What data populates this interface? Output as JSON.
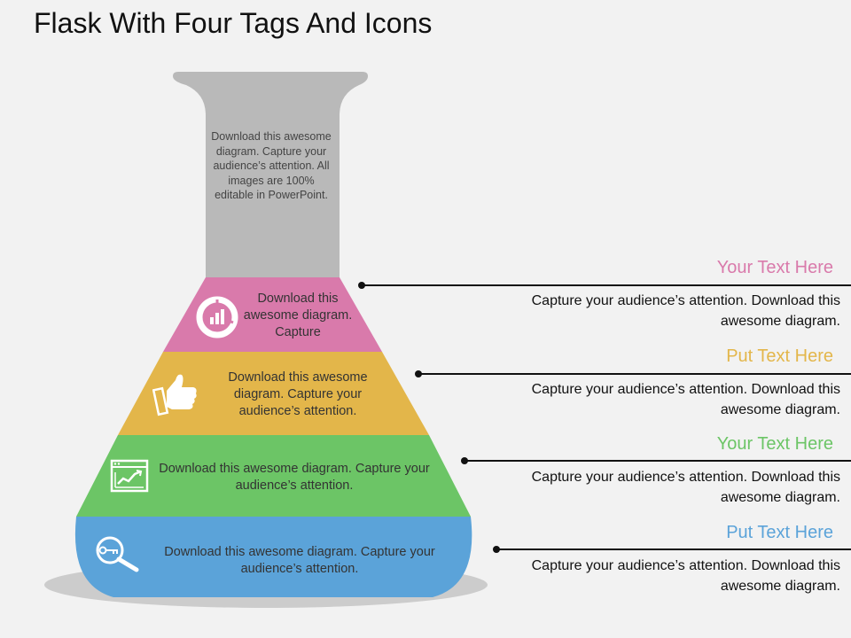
{
  "slide": {
    "title": "Flask With Four Tags And Icons"
  },
  "flask": {
    "neck_text": "Download this awesome diagram. Capture your audience’s attention. All images are 100% editable in PowerPoint.",
    "bands": [
      {
        "id": "pink",
        "color": "#d97aab",
        "icon": "pie-chart-icon",
        "text": "Download this awesome diagram. Capture"
      },
      {
        "id": "yellow",
        "color": "#e3b64a",
        "icon": "thumbs-up-icon",
        "text": "Download this awesome diagram. Capture your audience’s attention."
      },
      {
        "id": "green",
        "color": "#6cc566",
        "icon": "line-chart-icon",
        "text": "Download this awesome diagram. Capture your audience’s attention."
      },
      {
        "id": "blue",
        "color": "#5ba3d9",
        "icon": "key-search-icon",
        "text": "Download this awesome diagram. Capture your audience’s attention."
      }
    ]
  },
  "tags": [
    {
      "title": "Your Text Here",
      "color": "#d97aab",
      "desc": "Capture your audience’s attention. Download this awesome diagram."
    },
    {
      "title": "Put Text Here",
      "color": "#e3b64a",
      "desc": "Capture your audience’s attention. Download this awesome diagram."
    },
    {
      "title": "Your Text Here",
      "color": "#6cc566",
      "desc": "Capture your audience’s attention. Download this awesome diagram."
    },
    {
      "title": "Put Text Here",
      "color": "#5ba3d9",
      "desc": "Capture your audience’s attention. Download this awesome diagram."
    }
  ]
}
